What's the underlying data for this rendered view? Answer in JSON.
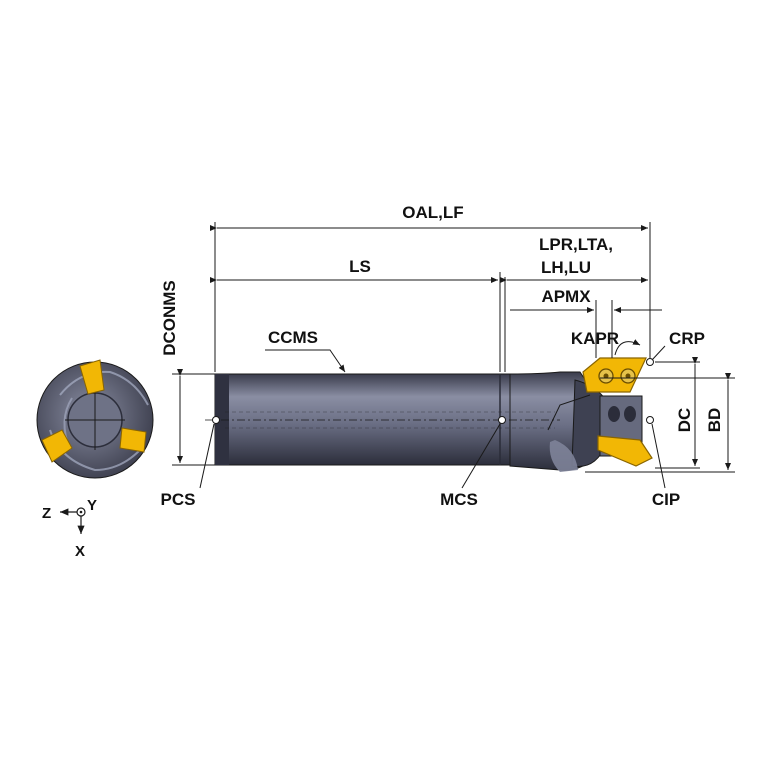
{
  "labels": {
    "oal_lf": "OAL,LF",
    "ls": "LS",
    "lpr_lta": "LPR,LTA,",
    "lh_lu": "LH,LU",
    "apmx": "APMX",
    "kapr": "KAPR",
    "crp": "CRP",
    "ccms": "CCMS",
    "dconms": "DCONMS",
    "dc": "DC",
    "bd": "BD",
    "pcs": "PCS",
    "mcs": "MCS",
    "cip": "CIP"
  },
  "axes": {
    "z": "Z",
    "y": "Y",
    "x": "X"
  },
  "colors": {
    "body": "#6f7387",
    "body_dark": "#2b2d3a",
    "insert": "#f2b705",
    "insert_dark": "#9a7200",
    "line": "#1a1a1a"
  }
}
